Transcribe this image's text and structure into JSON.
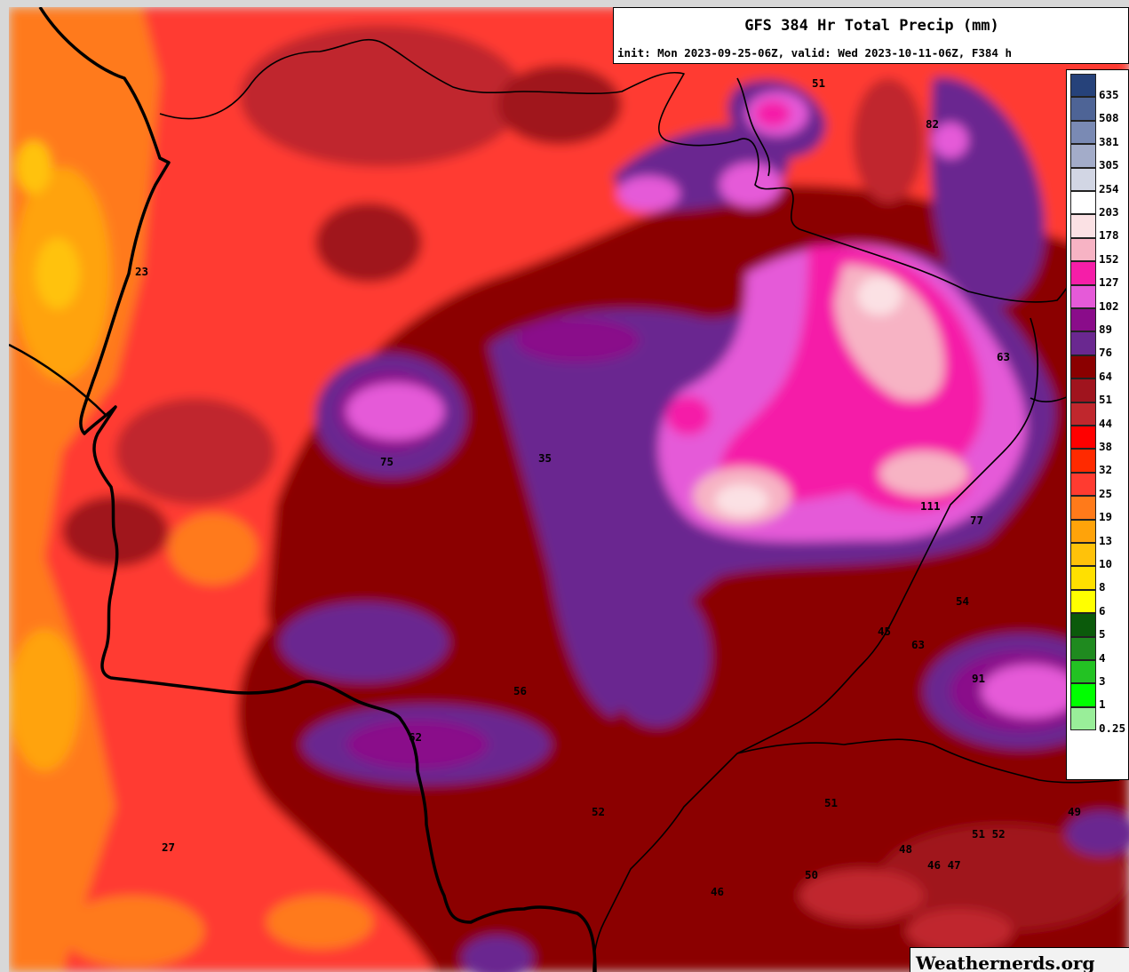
{
  "title": "GFS 384 Hr Total Precip (mm)",
  "subtitle": "init: Mon 2023-09-25-06Z, valid: Wed 2023-10-11-06Z, F384 h",
  "watermark": "Weathernerds.org",
  "legend": [
    {
      "label": "635",
      "color": "#26427a"
    },
    {
      "label": "508",
      "color": "#4e6496"
    },
    {
      "label": "381",
      "color": "#7a8ab4"
    },
    {
      "label": "305",
      "color": "#a3acc9"
    },
    {
      "label": "254",
      "color": "#d2d6e4"
    },
    {
      "label": "203",
      "color": "#ffffff"
    },
    {
      "label": "178",
      "color": "#fbe1e4"
    },
    {
      "label": "152",
      "color": "#f7b3c4"
    },
    {
      "label": "127",
      "color": "#f51ea8"
    },
    {
      "label": "102",
      "color": "#e55ad8"
    },
    {
      "label": "89",
      "color": "#8a0c8a"
    },
    {
      "label": "76",
      "color": "#6a2890"
    },
    {
      "label": "64",
      "color": "#8b0000"
    },
    {
      "label": "51",
      "color": "#a0141e"
    },
    {
      "label": "44",
      "color": "#c0272d"
    },
    {
      "label": "38",
      "color": "#ff0000"
    },
    {
      "label": "32",
      "color": "#ff2a00"
    },
    {
      "label": "25",
      "color": "#ff3b30"
    },
    {
      "label": "19",
      "color": "#ff7a1a"
    },
    {
      "label": "13",
      "color": "#ffa30a"
    },
    {
      "label": "10",
      "color": "#ffc20a"
    },
    {
      "label": "8",
      "color": "#ffe000"
    },
    {
      "label": "6",
      "color": "#ffff00"
    },
    {
      "label": "5",
      "color": "#0b5a0b"
    },
    {
      "label": "4",
      "color": "#1f8a1f"
    },
    {
      "label": "3",
      "color": "#23c223"
    },
    {
      "label": "1",
      "color": "#00ff00"
    },
    {
      "label": "0.25",
      "color": "#99ee99"
    }
  ],
  "value_labels": [
    "51",
    "82",
    "23",
    "63",
    "75",
    "35",
    "111",
    "77",
    "54",
    "45",
    "63",
    "91",
    "56",
    "62",
    "52",
    "51",
    "49",
    "51 52",
    "48",
    "46 47",
    "50",
    "46",
    "27"
  ]
}
